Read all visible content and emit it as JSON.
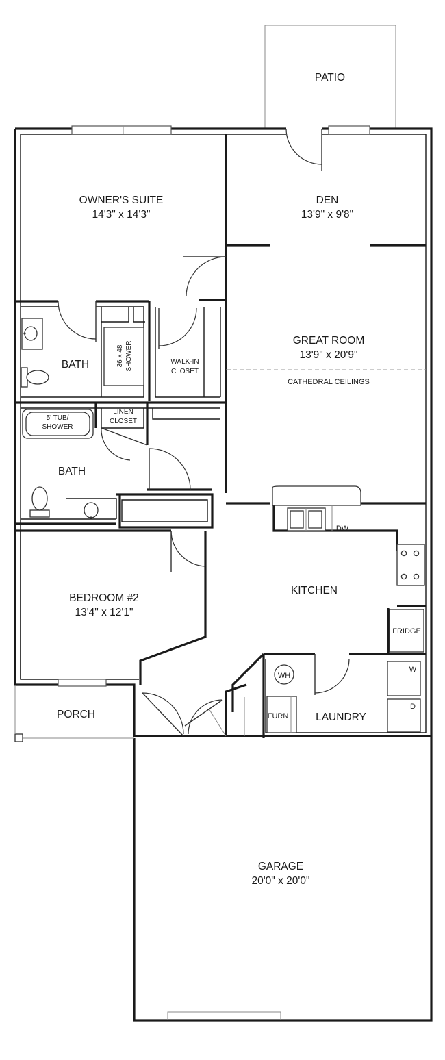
{
  "rooms": {
    "patio": {
      "name": "PATIO"
    },
    "owners_suite": {
      "name": "OWNER'S SUITE",
      "size": "14'3\" x 14'3\""
    },
    "den": {
      "name": "DEN",
      "size": "13'9\" x 9'8\""
    },
    "great_room": {
      "name": "GREAT ROOM",
      "size": "13'9\" x 20'9\"",
      "note": "CATHEDRAL CEILINGS"
    },
    "bath_owner": {
      "name": "BATH"
    },
    "bath_hall": {
      "name": "BATH"
    },
    "kitchen": {
      "name": "KITCHEN"
    },
    "bedroom2": {
      "name": "BEDROOM #2",
      "size": "13'4\" x 12'1\""
    },
    "porch": {
      "name": "PORCH"
    },
    "laundry": {
      "name": "LAUNDRY"
    },
    "garage": {
      "name": "GARAGE",
      "size": "20'0\" x 20'0\""
    }
  },
  "fixtures": {
    "shower_line1": "36 x 48",
    "shower_line2": "SHOWER",
    "walkin_line1": "WALK-IN",
    "walkin_line2": "CLOSET",
    "linen_line1": "LINEN",
    "linen_line2": "CLOSET",
    "tub_line1": "5' TUB/",
    "tub_line2": "SHOWER",
    "dishwasher": "DW",
    "fridge": "FRIDGE",
    "water_heater": "WH",
    "furnace": "FURN",
    "washer": "W",
    "dryer": "D"
  }
}
